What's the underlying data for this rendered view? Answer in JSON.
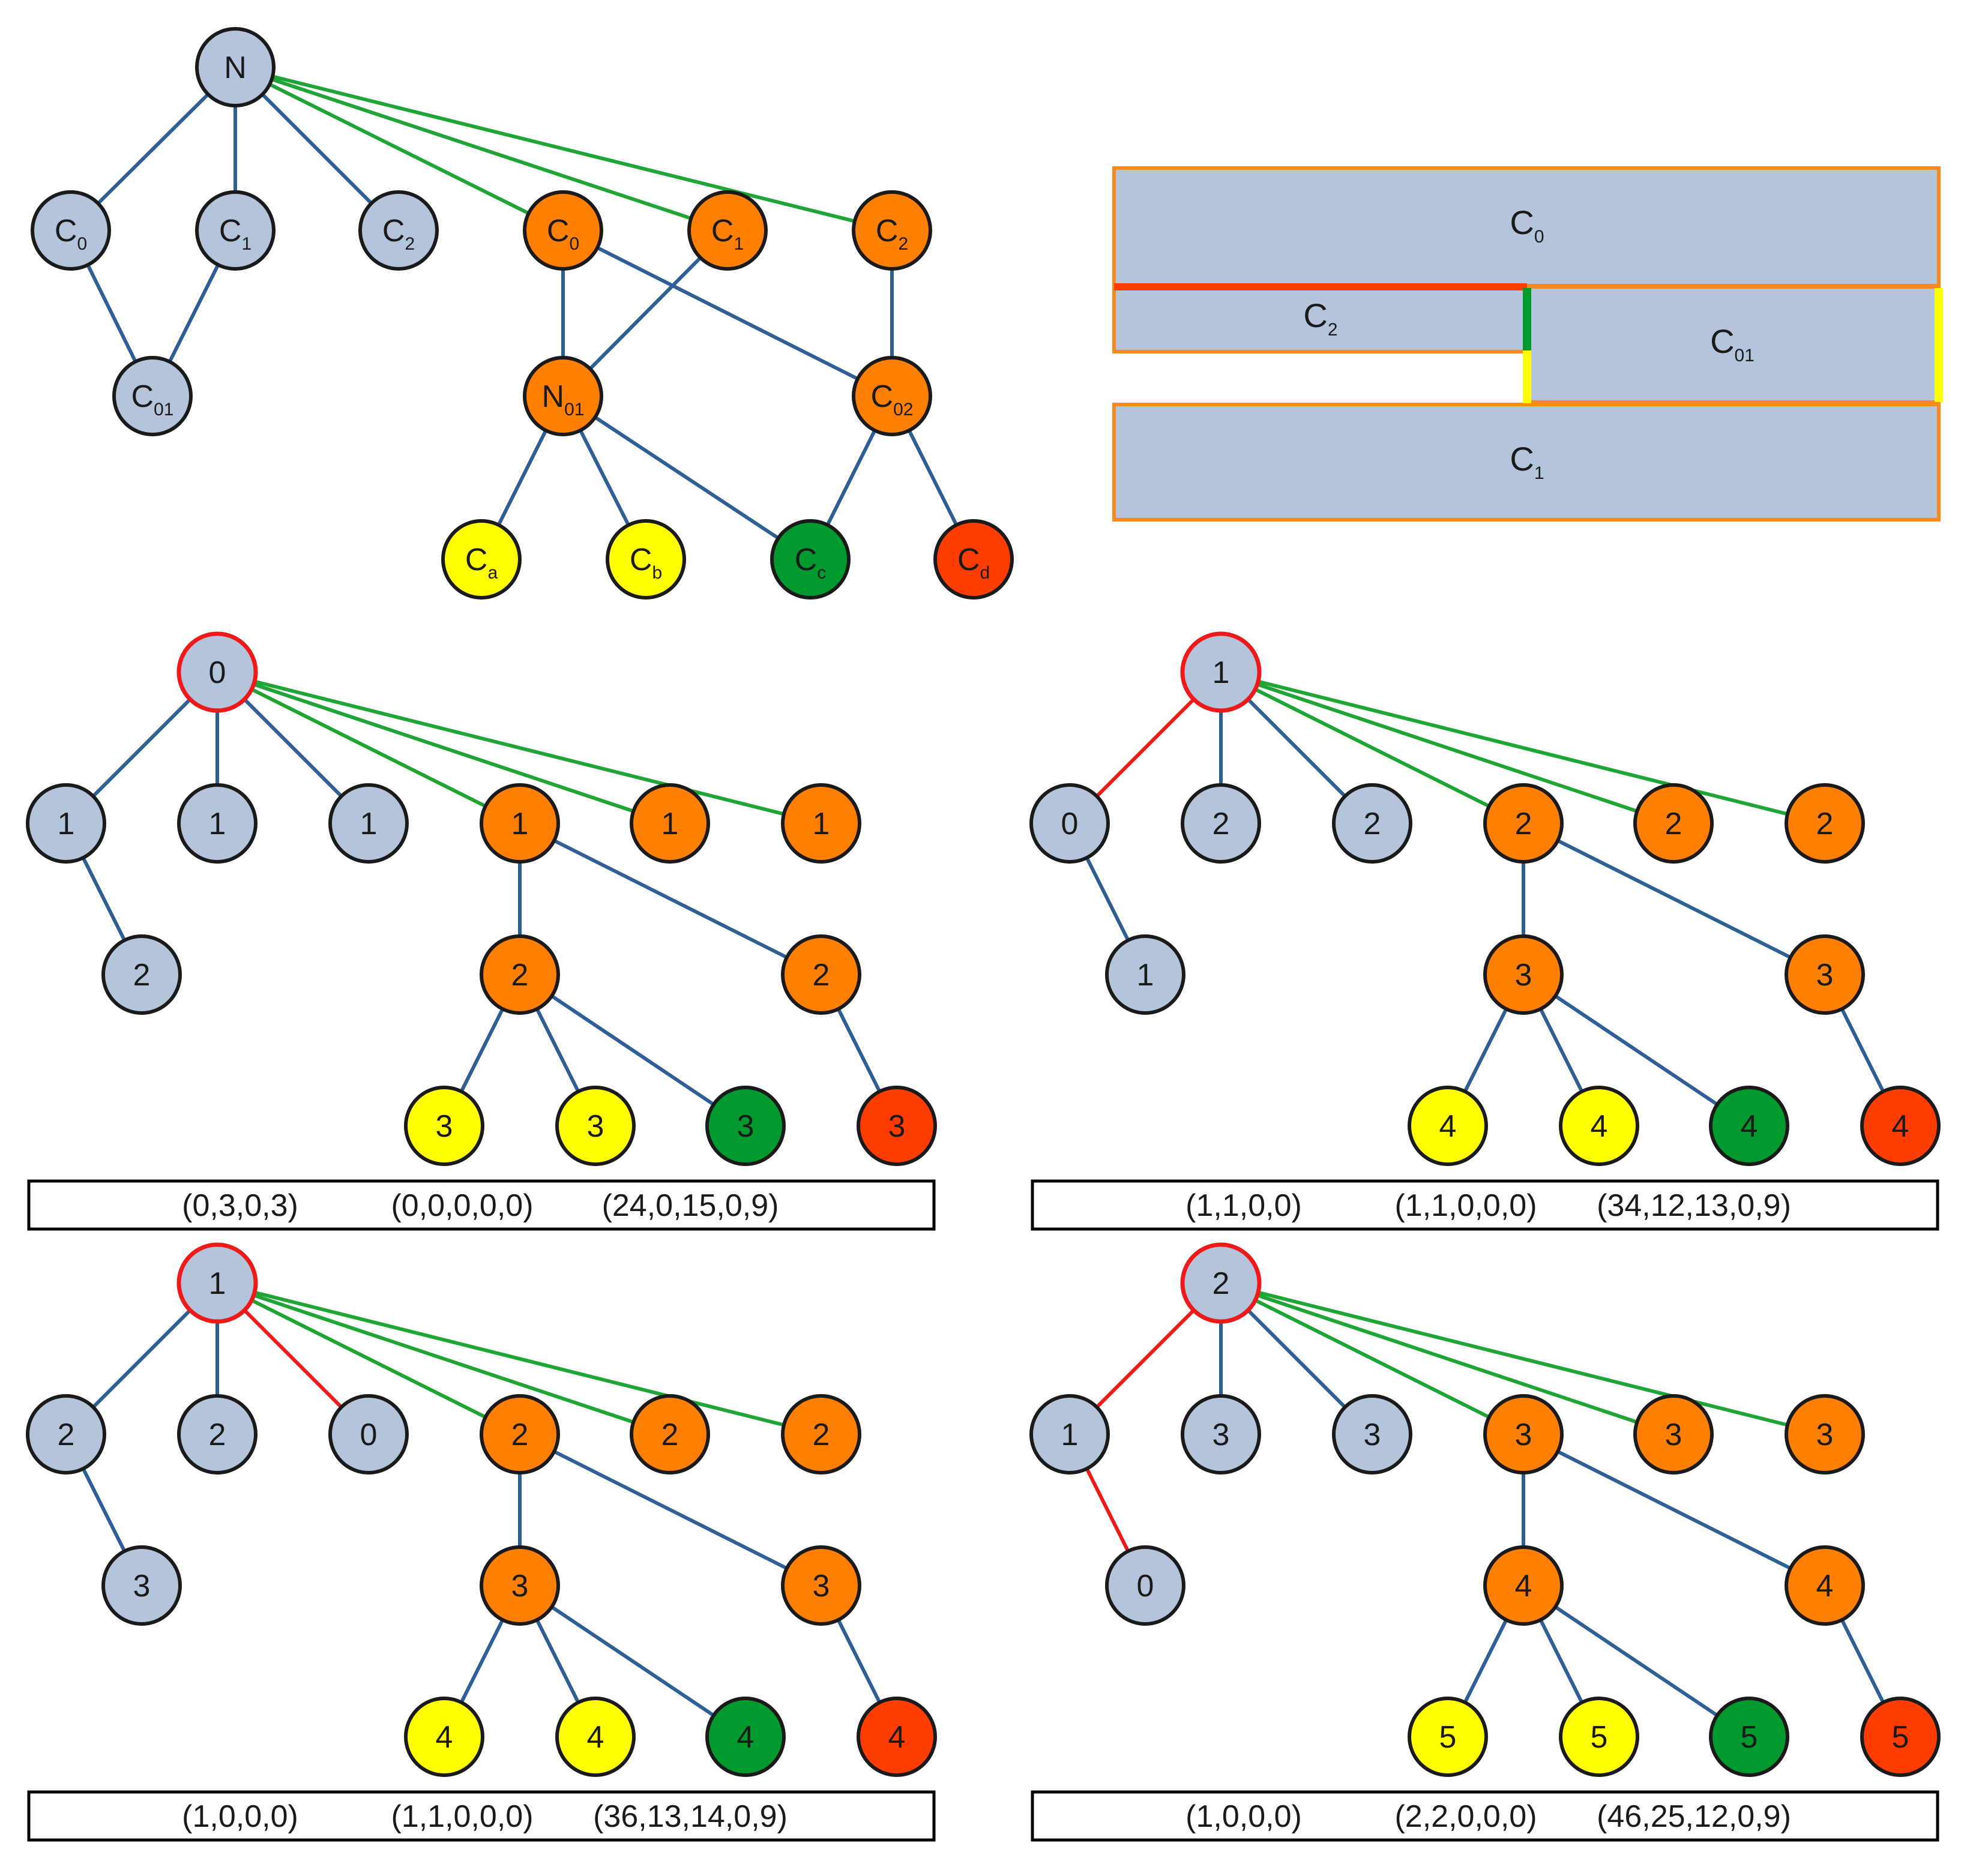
{
  "colors": {
    "blue_node": "#b4c5db",
    "orange_node": "#ff7f00",
    "yellow_node": "#ffff00",
    "green_node": "#009a2e",
    "red_node": "#ff3d00",
    "blue_edge": "#2e5f95",
    "green_edge": "#1fa535",
    "red_edge": "#ee1a1a",
    "node_stroke": "#1a1a1a",
    "root_highlight": "#ee1a1a",
    "box_fill": "#b4c5db",
    "box_border": "#f7891f",
    "caption_border": "#000000"
  },
  "top_tree": {
    "root": {
      "main": "N",
      "sub": ""
    },
    "blue_children": [
      {
        "main": "C",
        "sub": "0"
      },
      {
        "main": "C",
        "sub": "1"
      },
      {
        "main": "C",
        "sub": "2"
      }
    ],
    "blue_grandchild": {
      "main": "C",
      "sub": "01"
    },
    "orange_children": [
      {
        "main": "C",
        "sub": "0"
      },
      {
        "main": "C",
        "sub": "1"
      },
      {
        "main": "C",
        "sub": "2"
      }
    ],
    "orange_mid": [
      {
        "main": "N",
        "sub": "01"
      },
      {
        "main": "C",
        "sub": "02"
      }
    ],
    "leaves": [
      {
        "main": "C",
        "sub": "a"
      },
      {
        "main": "C",
        "sub": "b"
      },
      {
        "main": "C",
        "sub": "c"
      },
      {
        "main": "C",
        "sub": "d"
      }
    ]
  },
  "region_box": {
    "c0": {
      "main": "C",
      "sub": "0"
    },
    "c2": {
      "main": "C",
      "sub": "2"
    },
    "c01": {
      "main": "C",
      "sub": "01"
    },
    "c1": {
      "main": "C",
      "sub": "1"
    }
  },
  "panels": [
    {
      "root": "0",
      "blue_row": [
        "1",
        "1",
        "1"
      ],
      "blue_child": "2",
      "orange_row": [
        "1",
        "1",
        "1"
      ],
      "orange_mid": [
        "2",
        "2"
      ],
      "leaves": [
        "3",
        "3",
        "3",
        "3"
      ],
      "red_edges": [],
      "caption": [
        "(0,3,0,3)",
        "(0,0,0,0,0)",
        "(24,0,15,0,9)"
      ]
    },
    {
      "root": "1",
      "blue_row": [
        "0",
        "2",
        "2"
      ],
      "blue_child": "1",
      "orange_row": [
        "2",
        "2",
        "2"
      ],
      "orange_mid": [
        "3",
        "3"
      ],
      "leaves": [
        "4",
        "4",
        "4",
        "4"
      ],
      "red_edges": [
        "root-b0"
      ],
      "caption": [
        "(1,1,0,0)",
        "(1,1,0,0,0)",
        "(34,12,13,0,9)"
      ]
    },
    {
      "root": "1",
      "blue_row": [
        "2",
        "2",
        "0"
      ],
      "blue_child": "3",
      "orange_row": [
        "2",
        "2",
        "2"
      ],
      "orange_mid": [
        "3",
        "3"
      ],
      "leaves": [
        "4",
        "4",
        "4",
        "4"
      ],
      "red_edges": [
        "root-b2"
      ],
      "caption": [
        "(1,0,0,0)",
        "(1,1,0,0,0)",
        "(36,13,14,0,9)"
      ]
    },
    {
      "root": "2",
      "blue_row": [
        "1",
        "3",
        "3"
      ],
      "blue_child": "0",
      "orange_row": [
        "3",
        "3",
        "3"
      ],
      "orange_mid": [
        "4",
        "4"
      ],
      "leaves": [
        "5",
        "5",
        "5",
        "5"
      ],
      "red_edges": [
        "root-b0",
        "b0-child"
      ],
      "caption": [
        "(1,0,0,0)",
        "(2,2,0,0,0)",
        "(46,25,12,0,9)"
      ]
    }
  ]
}
